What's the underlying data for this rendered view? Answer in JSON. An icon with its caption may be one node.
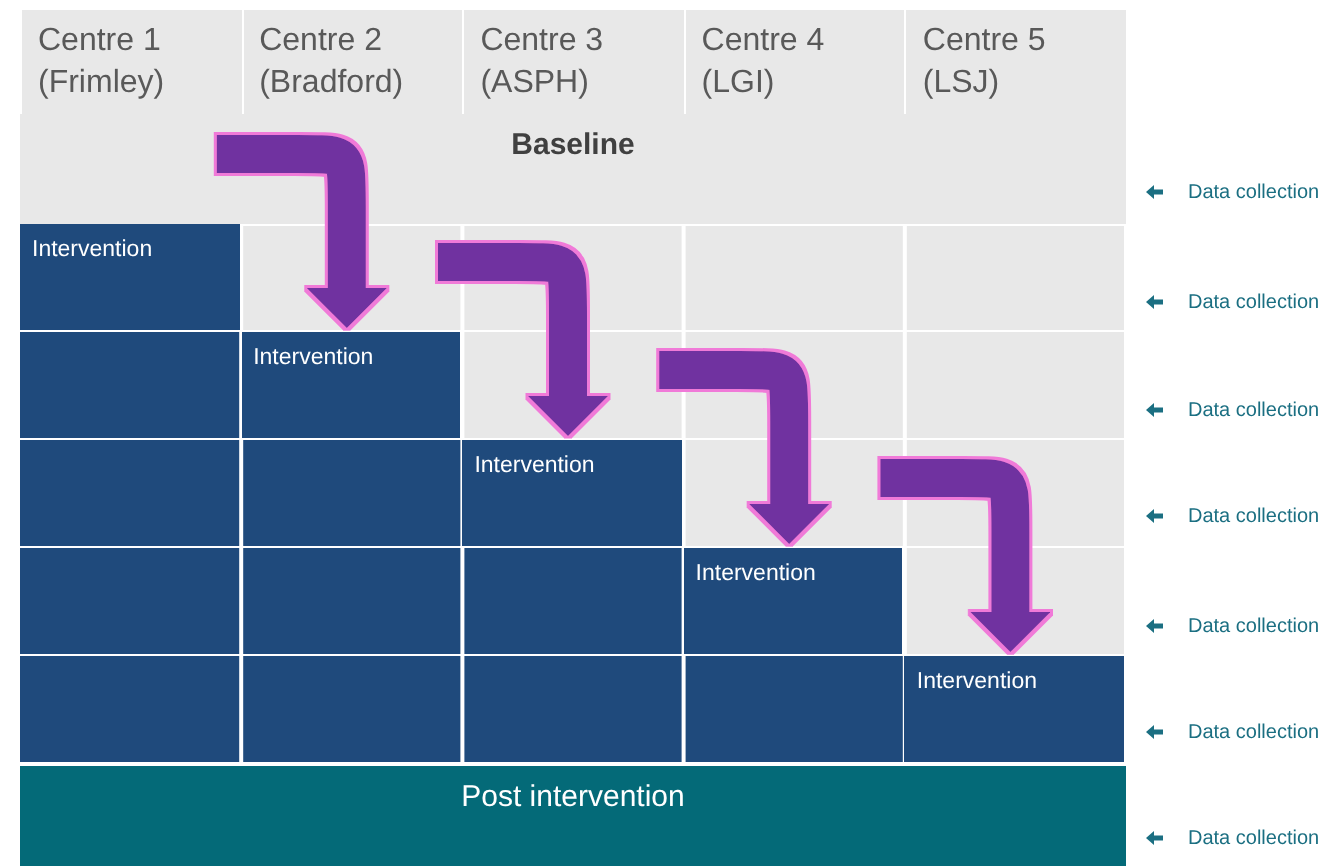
{
  "diagram": {
    "nodes": [
      {
        "text": [
          "Centre 1 (Frimley)"
        ]
      },
      {
        "text": [
          "Centre 2 (Bradford)"
        ]
      },
      {
        "text": [
          "Centre 3 (ASPH)"
        ]
      },
      {
        "text": [
          "Centre 4 (LGI)"
        ]
      },
      {
        "text": [
          "Centre 5 (LSJ)"
        ]
      },
      {
        "text": [
          "Baseline"
        ]
      },
      {
        "text": [
          "Intervention"
        ]
      },
      {
        "text": [
          "Intervention"
        ]
      },
      {
        "text": [
          "Intervention"
        ]
      },
      {
        "text": [
          "Intervention"
        ]
      },
      {
        "text": [
          "Intervention"
        ]
      },
      {
        "text": [
          "Post intervention"
        ]
      }
    ],
    "edges": [
      {
        "from": 5,
        "to": 7,
        "arrow": "to"
      },
      {
        "from": null,
        "to": 8,
        "arrow": "to"
      },
      {
        "from": null,
        "to": 9,
        "arrow": "to"
      },
      {
        "from": null,
        "to": 10,
        "arrow": "to"
      }
    ],
    "labels": [
      "Data collection",
      "Data collection",
      "Data collection",
      "Data collection",
      "Data collection",
      "Data collection",
      "Data collection"
    ]
  }
}
